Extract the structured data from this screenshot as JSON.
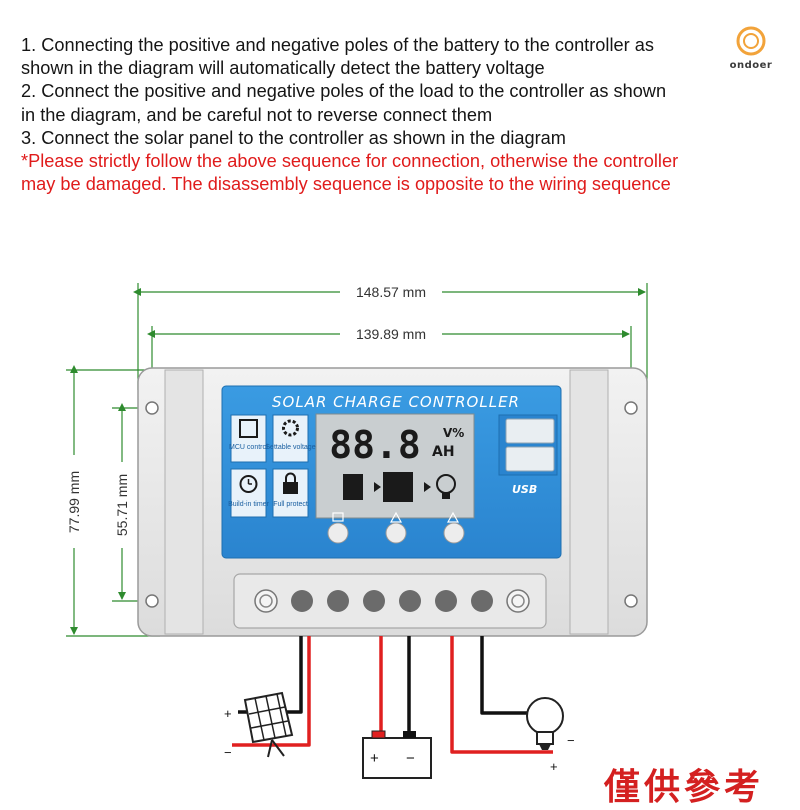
{
  "instructions": {
    "lines": [
      "1. Connecting the positive and negative poles of the battery to the controller as",
      "shown in the diagram will automatically detect the battery voltage",
      "2. Connect the positive and negative poles of the load to the controller as shown",
      "in the diagram, and be careful not to reverse connect them",
      "3. Connect the solar panel to the controller as shown in the diagram"
    ],
    "warning_lines": [
      "*Please strictly follow the above sequence for connection, otherwise the controller",
      "may be damaged. The disassembly sequence is opposite to the wiring sequence"
    ]
  },
  "logo": {
    "wordmark": "ondoer"
  },
  "dimensions": {
    "overall_width": "148.57 mm",
    "mount_width": "139.89 mm",
    "overall_height": "77.99 mm",
    "mount_height": "55.71 mm"
  },
  "controller": {
    "title": "SOLAR CHARGE CONTROLLER",
    "lcd_digits": "88.8",
    "lcd_unit_top": "V%",
    "lcd_unit_bottom": "AH",
    "features": {
      "mcu": "MCU control",
      "settable": "Settable voltage",
      "timer": "Build-in timer",
      "protect": "Full protect"
    },
    "usb_label": "USB"
  },
  "wiring": {
    "plus": "+",
    "minus": "−"
  },
  "stamp": "僅供參考",
  "colors": {
    "dimension_line": "#2e8b2e",
    "panel_blue": "#2c8fd9",
    "wire_red": "#e02020",
    "wire_black": "#111111",
    "warning": "#e01b1b"
  }
}
